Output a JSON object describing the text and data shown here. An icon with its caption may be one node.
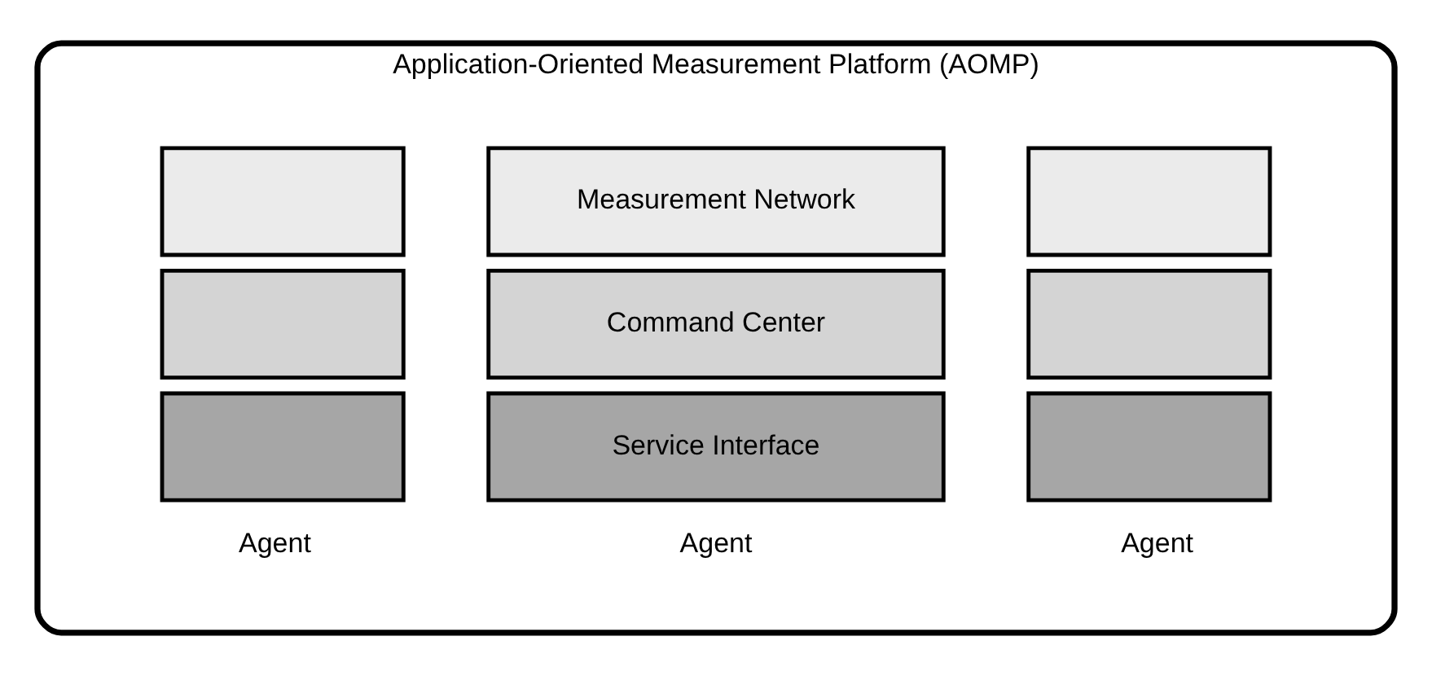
{
  "diagram": {
    "nodes": [
      {
        "text": [
          "Application-Oriented Measurement Platform (AOMP)"
        ]
      },
      {
        "text": [],
        "shape": "box",
        "in": 0
      },
      {
        "text": [],
        "shape": "box",
        "in": 0
      },
      {
        "text": [],
        "shape": "box",
        "in": 0,
        "beside": [
          "Agent"
        ]
      },
      {
        "text": [
          "Measurement Network"
        ],
        "in": 0
      },
      {
        "text": [
          "Command Center"
        ],
        "in": 0
      },
      {
        "text": [
          "Service Interface"
        ],
        "in": 0,
        "beside": [
          "Agent"
        ]
      },
      {
        "text": [],
        "shape": "box",
        "in": 0
      },
      {
        "text": [],
        "shape": "box",
        "in": 0
      },
      {
        "text": [],
        "shape": "box",
        "in": 0,
        "beside": [
          "Agent"
        ]
      }
    ]
  }
}
